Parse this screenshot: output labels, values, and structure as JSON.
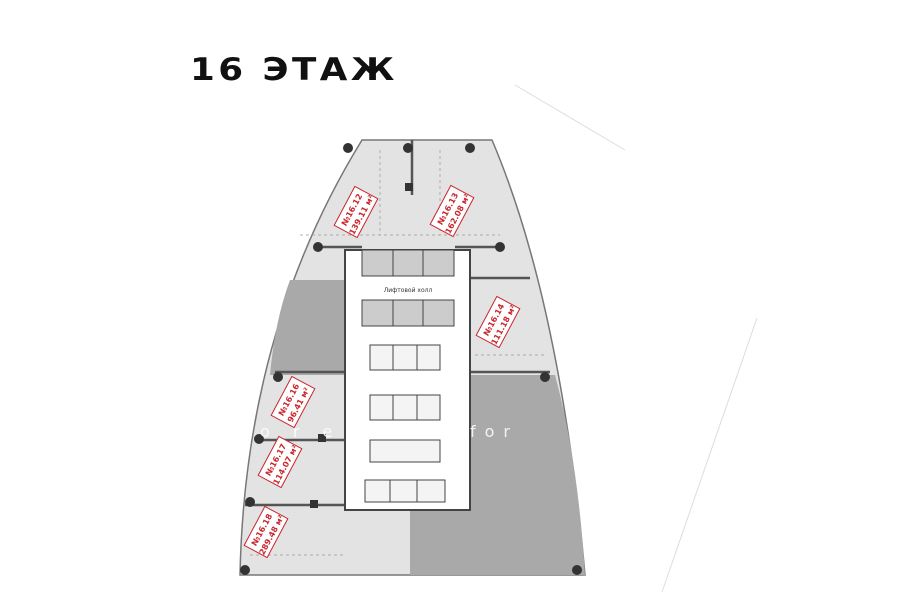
{
  "title": "16 ЭТАЖ",
  "lobby_label": "Лифтовой холл",
  "watermark": "for",
  "units": [
    {
      "id": "№16.12",
      "area": "139.11 м²"
    },
    {
      "id": "№16.13",
      "area": "162.08 м²"
    },
    {
      "id": "№16.14",
      "area": "111.18 м²"
    },
    {
      "id": "№16.16",
      "area": "96.41 м²"
    },
    {
      "id": "№16.17",
      "area": "114.07 м²"
    },
    {
      "id": "№16.18",
      "area": "289.48 м²"
    }
  ],
  "colors": {
    "floor": "#e3e3e3",
    "unavailable": "#a9a9a9",
    "stamp": "#c8262c"
  }
}
